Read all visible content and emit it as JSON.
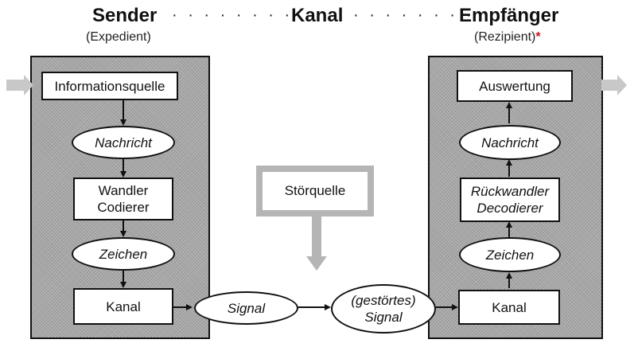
{
  "header": {
    "sender": "Sender",
    "sender_sub": "(Expedient)",
    "channel": "Kanal",
    "receiver": "Empfänger",
    "receiver_sub": "(Rezipient)",
    "asterisk": "*",
    "dots": "· · · · · · · ·"
  },
  "sender_chain": {
    "source": "Informationsquelle",
    "message": "Nachricht",
    "encoder_line1": "Wandler",
    "encoder_line2": "Codierer",
    "signs": "Zeichen",
    "channel": "Kanal"
  },
  "transmission": {
    "signal": "Signal",
    "disturbed_line1": "(gestörtes)",
    "disturbed_line2": "Signal",
    "noise_source": "Störquelle"
  },
  "receiver_chain": {
    "channel": "Kanal",
    "signs": "Zeichen",
    "decoder_line1": "Rückwandler",
    "decoder_line2": "Decodierer",
    "message": "Nachricht",
    "evaluation": "Auswertung"
  },
  "colors": {
    "panel": "#a7a7a7",
    "accent_asterisk": "#c4161c",
    "flow_arrow": "#c8c8c8"
  }
}
